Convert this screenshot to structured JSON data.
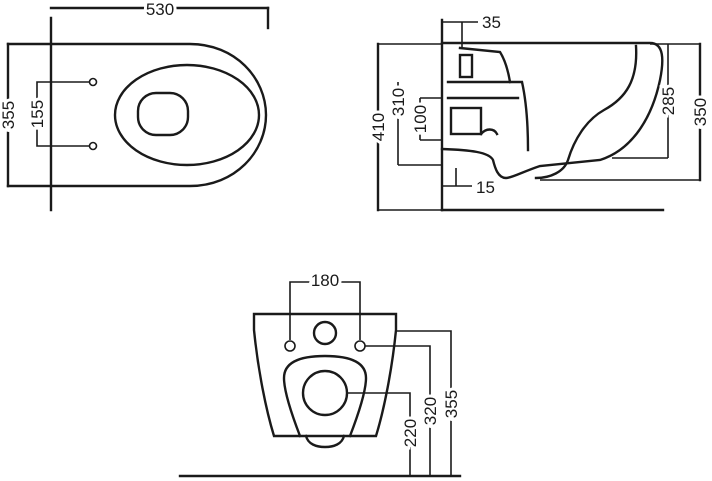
{
  "top_view": {
    "width_label": "530",
    "depth_label": "355",
    "hole_spacing_label": "155"
  },
  "side_view": {
    "rear_offset_label": "35",
    "height_label": "410",
    "outlet_height_label": "310",
    "outlet_diameter_label": "100",
    "bottom_offset_label": "15",
    "rim_offset_label": "285",
    "total_height_label": "350"
  },
  "front_view": {
    "bolt_spacing_label": "180",
    "outlet_height_label": "220",
    "bolt_height_label": "320",
    "top_height_label": "355"
  }
}
